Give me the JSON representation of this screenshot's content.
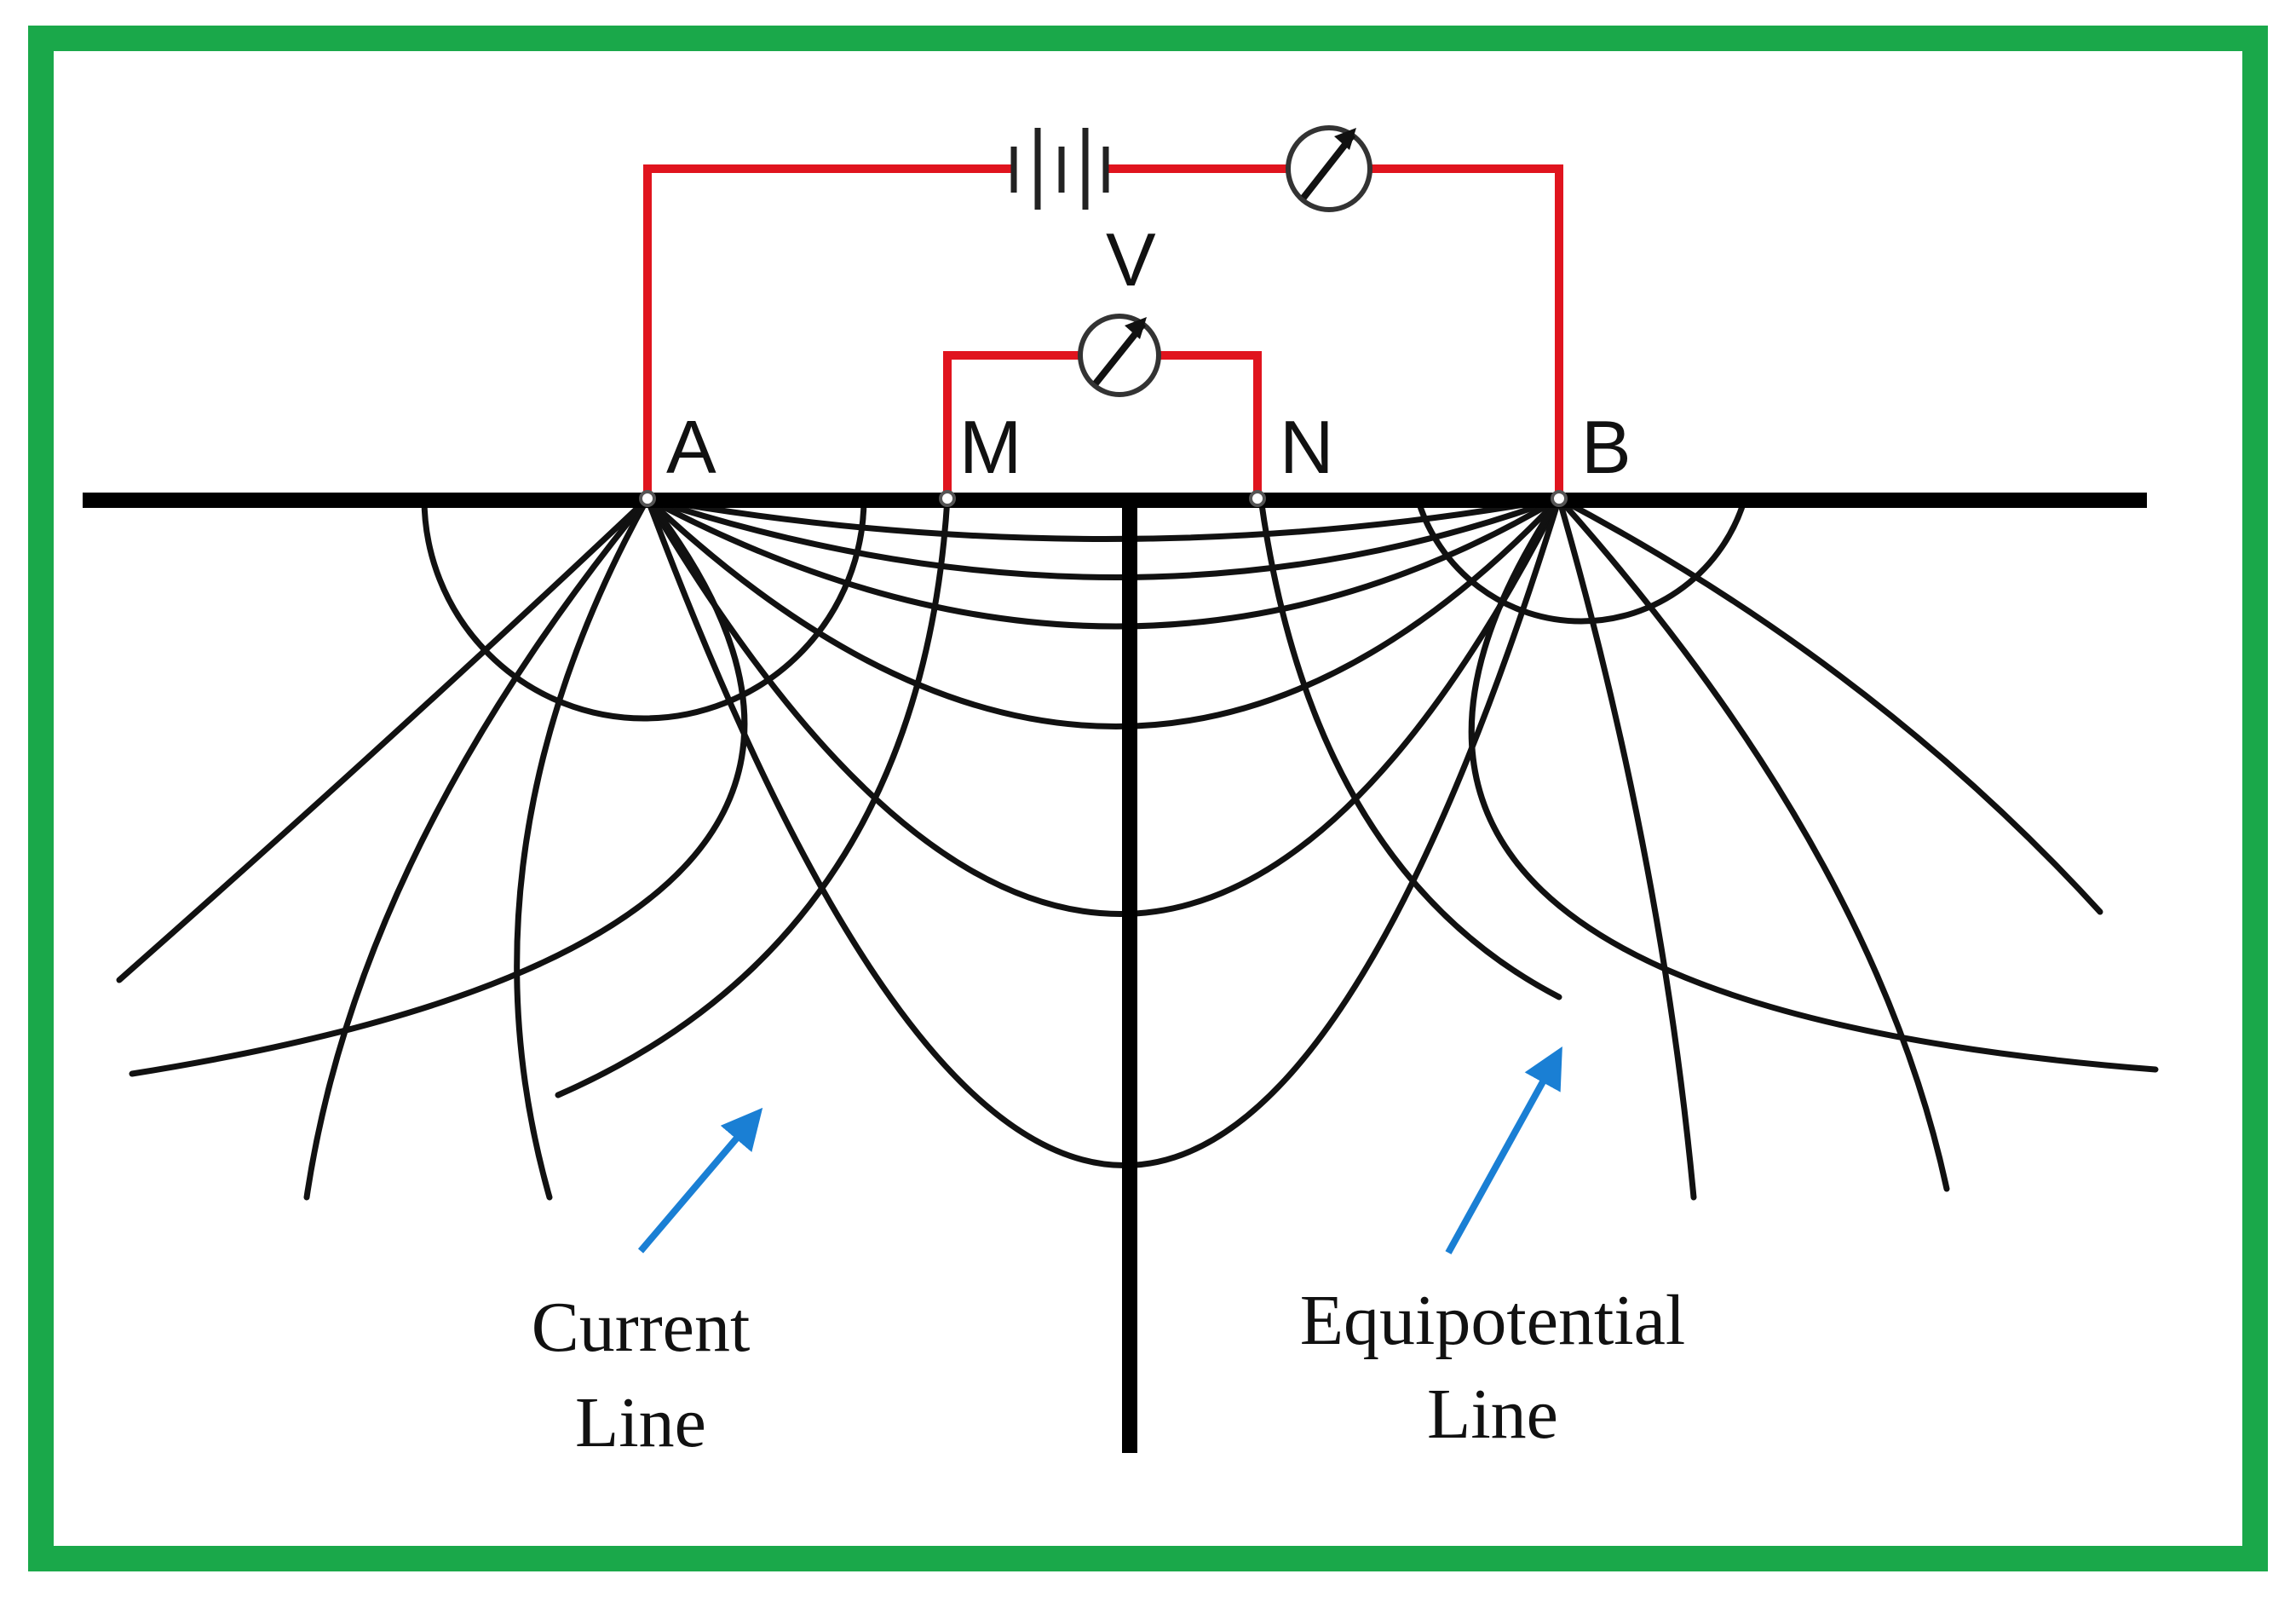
{
  "diagram": {
    "electrodes": {
      "a": "A",
      "m": "M",
      "n": "N",
      "b": "B"
    },
    "voltmeter_label": "V",
    "annotations": {
      "current": {
        "line1": "Current",
        "line2": "Line"
      },
      "equipotential": {
        "line1": "Equipotential",
        "line2": "Line"
      }
    },
    "colors": {
      "frame": "#1aa84a",
      "circuit_wire": "#e0141e",
      "ground_and_field_lines": "#111111",
      "annotation_arrow": "#1a7fd4"
    },
    "icons": {
      "battery": "battery-icon",
      "ammeter": "ammeter-icon",
      "voltmeter": "voltmeter-icon"
    }
  }
}
